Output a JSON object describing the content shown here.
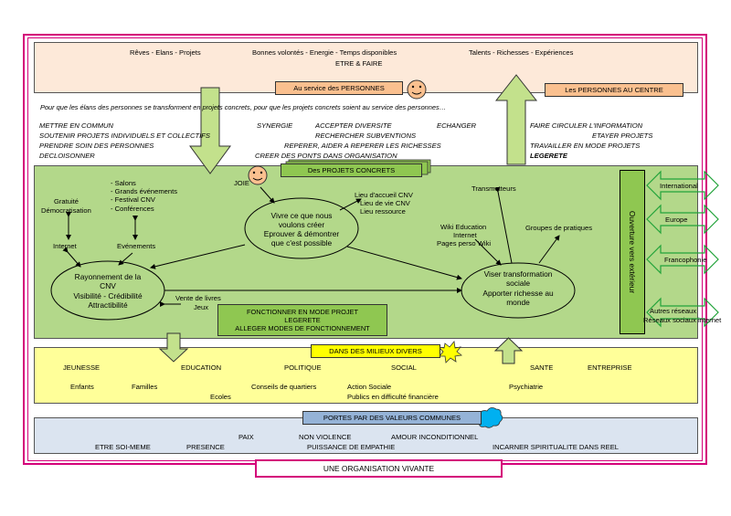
{
  "colors": {
    "frame": "#d4007a",
    "top_band": "#fde9d9",
    "green_band": "#b3d88a",
    "yellow_band": "#ffff99",
    "blue_band": "#dbe4f0",
    "orange_box": "#fac08f",
    "arrow_green": "#c3e18c",
    "dark_green_box": "#8fc751",
    "highlight": "#ffff00"
  },
  "top": {
    "line1a": "Rêves - Elans - Projets",
    "line1b": "Bonnes volontés - Energie - Temps disponibles",
    "line1c": "Talents - Richesses - Expériences",
    "line2": "ETRE & FAIRE",
    "service_box": "Au service des PERSONNES",
    "center_box": "Les PERSONNES AU CENTRE"
  },
  "intro": "Pour que les élans des personnes se transforment en projets concrets, pour que les projets concrets soient au service des personnes…",
  "actions": {
    "col1": [
      "METTRE EN COMMUN",
      "SOUTENIR PROJETS INDIVIDUELS ET COLLECTIFS",
      "PRENDRE SOIN DES PERSONNES",
      "DECLOISONNER"
    ],
    "col2a": "SYNERGIE",
    "col2b": "ACCEPTER DIVERSITE",
    "col2c": "RECHERCHER SUBVENTIONS",
    "col2d": "REPERER, AIDER A REPERER LES RICHESSES",
    "col2e": "CREER DES PONTS DANS ORGANISATION",
    "echanger": "ECHANGER",
    "col4": [
      "FAIRE CIRCULER L'INFORMATION",
      "ETAYER PROJETS",
      "TRAVAILLER EN MODE PROJETS",
      "LEGERETE"
    ]
  },
  "projets_box": "Des PROJETS CONCRETS",
  "green": {
    "left_list": [
      "- Salons",
      "- Grands événements",
      "- Festival CNV",
      "- Conférences"
    ],
    "gratuite": "Gratuité",
    "democ": "Démocratisation",
    "internet": "Internet",
    "evenements": "Evénements",
    "joie": "JOIE",
    "lieux": [
      "Lieu d'accueil CNV",
      "Lieu de vie CNV",
      "Lieu ressource"
    ],
    "center_ellipse": [
      "Vivre ce que nous",
      "voulons créer",
      "Eprouver & démontrer",
      "que c'est possible"
    ],
    "left_ellipse": [
      "Rayonnement de la",
      "CNV",
      "Visibilité - Crédibilité",
      "Attractibilité"
    ],
    "vente": "Vente de livres",
    "jeux": "Jeux",
    "right_ellipse": [
      "Viser transformation",
      "sociale",
      "Apporter richesse au",
      "monde"
    ],
    "transmetteurs": "Transmetteurs",
    "wiki": [
      "Wiki Education",
      "Internet",
      "Pages perso Wiki"
    ],
    "groupes": "Groupes de pratiques",
    "mode_projet": [
      "FONCTIONNER EN MODE PROJET",
      "LEGERETE",
      "ALLEGER MODES DE FONCTIONNEMENT"
    ],
    "ouverture": "Ouverture vers extérieur"
  },
  "external": [
    "International",
    "Europe",
    "Francophonie",
    "Autres réseaux",
    "Réseaux sociaux internet"
  ],
  "milieux_box": "DANS DES MILIEUX DIVERS",
  "yellow": {
    "jeunesse": "JEUNESSE",
    "enfants": "Enfants",
    "familles": "Familles",
    "education": "EDUCATION",
    "ecoles": "Ecoles",
    "politique": "POLITIQUE",
    "conseils": "Conseils de quartiers",
    "social": "SOCIAL",
    "action_sociale": "Action Sociale",
    "publics": "Publics en difficulté financière",
    "sante": "SANTE",
    "psychiatrie": "Psychiatrie",
    "entreprise": "ENTREPRISE"
  },
  "valeurs_box": "PORTES PAR DES VALEURS COMMUNES",
  "blue": {
    "paix": "PAIX",
    "non_violence": "NON VIOLENCE",
    "amour": "AMOUR INCONDITIONNEL",
    "etre": "ETRE SOI-MEME",
    "presence": "PRESENCE",
    "empathie": "PUISSANCE DE EMPATHIE",
    "spiritualite": "INCARNER SPIRITUALITE DANS REEL"
  },
  "footer": "UNE ORGANISATION VIVANTE"
}
